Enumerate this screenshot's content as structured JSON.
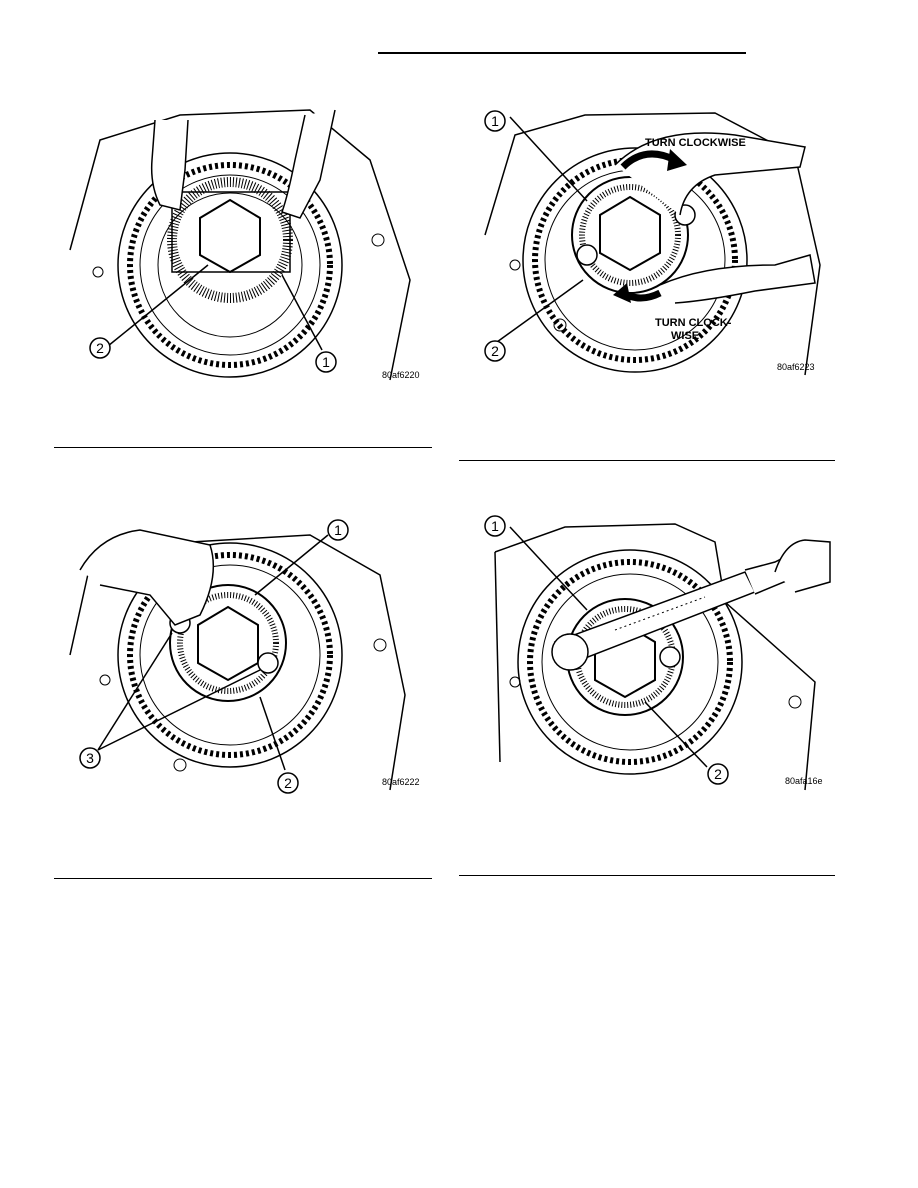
{
  "figures": [
    {
      "id": "fig1",
      "code": "80af6220",
      "callouts": [
        "1",
        "2"
      ]
    },
    {
      "id": "fig2",
      "code": "80af6223",
      "callouts": [
        "1",
        "2"
      ],
      "labels": [
        "TURN CLOCKWISE",
        "TURN CLOCK-",
        "WISE"
      ]
    },
    {
      "id": "fig3",
      "code": "80af6222",
      "callouts": [
        "1",
        "2",
        "3"
      ]
    },
    {
      "id": "fig4",
      "code": "80afa16e",
      "callouts": [
        "1",
        "2"
      ]
    }
  ]
}
